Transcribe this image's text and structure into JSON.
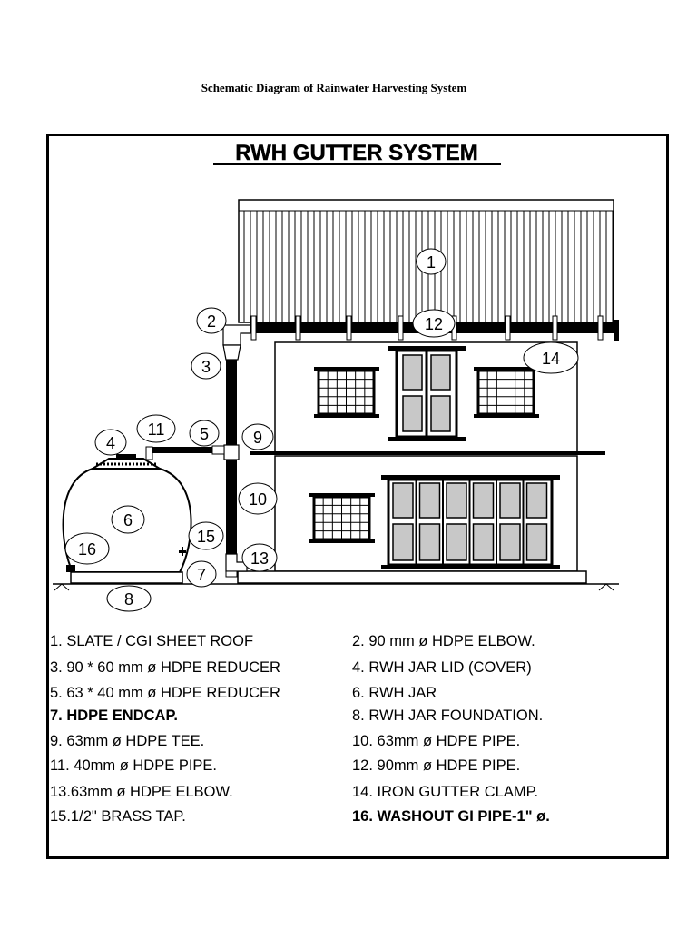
{
  "page": {
    "caption": "Schematic Diagram of Rainwater Harvesting System"
  },
  "diagram": {
    "title": "RWH GUTTER SYSTEM",
    "callouts": [
      "1",
      "2",
      "3",
      "4",
      "5",
      "6",
      "7",
      "8",
      "9",
      "10",
      "11",
      "12",
      "13",
      "14",
      "15",
      "16"
    ]
  },
  "legend": [
    {
      "text": "1. SLATE / CGI SHEET ROOF",
      "bold": false
    },
    {
      "text": "2. 90 mm ø HDPE ELBOW.",
      "bold": false
    },
    {
      "text": "3. 90 * 60 mm ø HDPE  REDUCER",
      "bold": false
    },
    {
      "text": "4. RWH JAR LID (COVER)",
      "bold": false
    },
    {
      "text": "5. 63 * 40 mm ø HDPE  REDUCER",
      "bold": false
    },
    {
      "text": "6. RWH JAR",
      "bold": false
    },
    {
      "text": "7. HDPE ENDCAP.",
      "bold": true
    },
    {
      "text": "8. RWH JAR  FOUNDATION.",
      "bold": false
    },
    {
      "text": "9. 63mm ø HDPE TEE.",
      "bold": false
    },
    {
      "text": "10. 63mm ø HDPE PIPE.",
      "bold": false
    },
    {
      "text": "11. 40mm ø HDPE PIPE.",
      "bold": false
    },
    {
      "text": "12. 90mm ø HDPE PIPE.",
      "bold": false
    },
    {
      "text": "13.63mm ø HDPE ELBOW.",
      "bold": false
    },
    {
      "text": "14. IRON GUTTER CLAMP.",
      "bold": false
    },
    {
      "text": "15.1/2\" BRASS TAP.",
      "bold": false
    },
    {
      "text": "16. WASHOUT GI PIPE-1\" ø.",
      "bold": true
    }
  ]
}
